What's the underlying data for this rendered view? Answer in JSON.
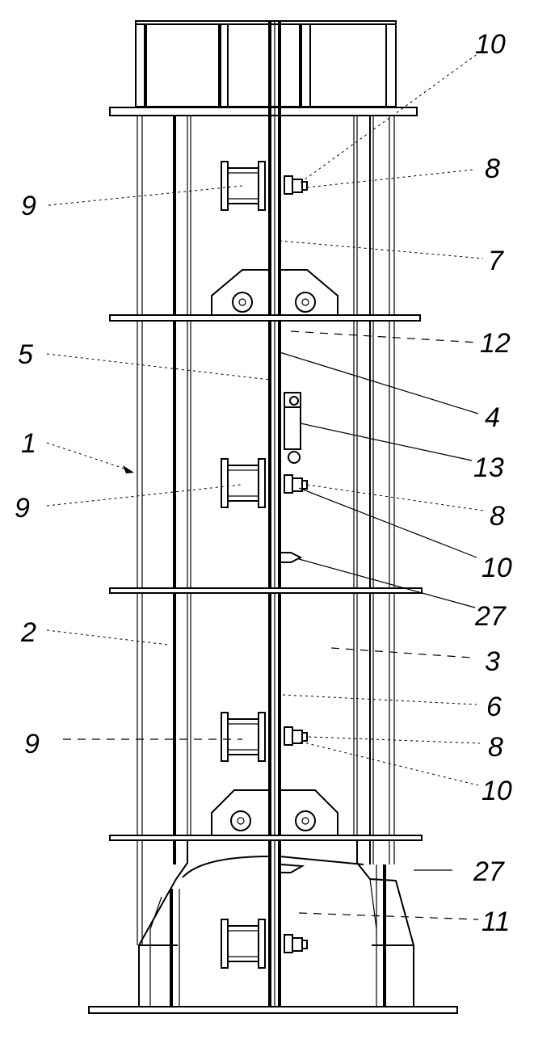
{
  "drawing": {
    "labels": {
      "l1": "1",
      "l2": "2",
      "l3": "3",
      "l4": "4",
      "l5": "5",
      "l6": "6",
      "l7": "7",
      "l8a": "8",
      "l8b": "8",
      "l8c": "8",
      "l9a": "9",
      "l9b": "9",
      "l9c": "9",
      "l10a": "10",
      "l10b": "10",
      "l10c": "10",
      "l11": "11",
      "l12": "12",
      "l13": "13",
      "l27a": "27",
      "l27b": "27"
    }
  }
}
